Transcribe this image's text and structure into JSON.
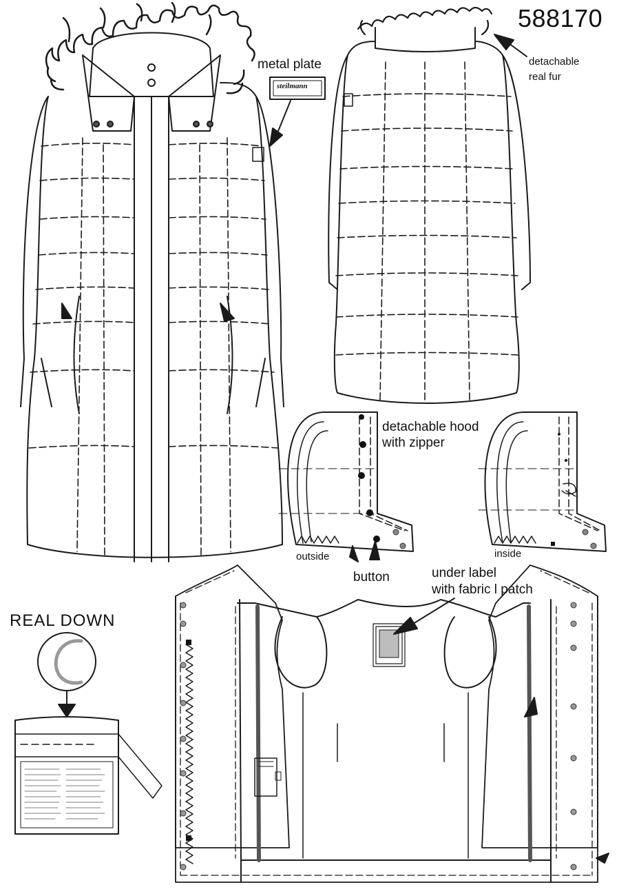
{
  "sheet": {
    "article_number": "588170",
    "brand_plate": "steilmann",
    "labels": {
      "metal_plate": "metal plate",
      "detachable_fur_1": "detachable",
      "detachable_fur_2": "real fur",
      "hood_1": "detachable hood",
      "hood_2": "with zipper",
      "outside": "outside",
      "inside": "inside",
      "button": "button",
      "under_label_1": "under label",
      "under_label_2": "with fabric l patch",
      "real_down": "REAL  DOWN"
    }
  }
}
